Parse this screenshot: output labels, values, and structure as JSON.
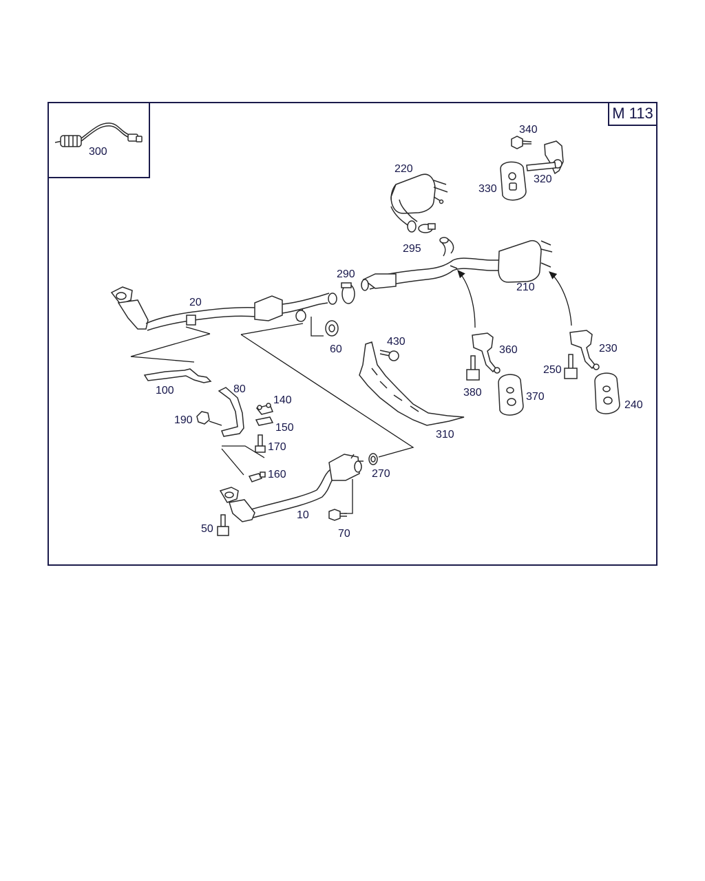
{
  "engine_code": "M 113",
  "part_labels": {
    "p300": "300",
    "p340": "340",
    "p320": "320",
    "p330": "330",
    "p220": "220",
    "p295": "295",
    "p290": "290",
    "p20": "20",
    "p60": "60",
    "p210": "210",
    "p430": "430",
    "p360": "360",
    "p230": "230",
    "p250": "250",
    "p380": "380",
    "p370": "370",
    "p240": "240",
    "p100": "100",
    "p80": "80",
    "p140": "140",
    "p190": "190",
    "p150": "150",
    "p310": "310",
    "p170": "170",
    "p270": "270",
    "p160": "160",
    "p10": "10",
    "p50": "50",
    "p70": "70"
  },
  "colors": {
    "frame": "#1a1a4a",
    "label": "#16164a",
    "line": "#2a2a2a"
  }
}
